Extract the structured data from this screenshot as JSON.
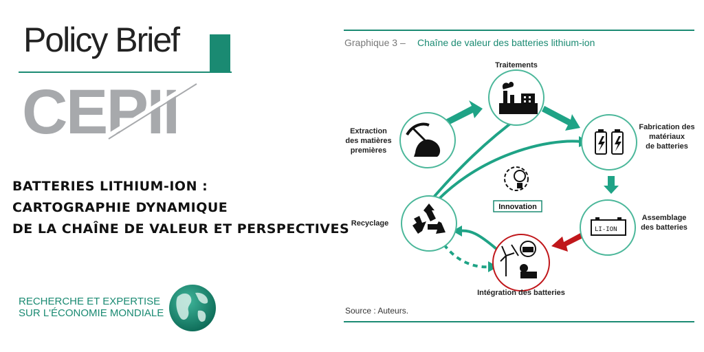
{
  "brand": {
    "title": "Policy Brief",
    "logo_text": "CEPII",
    "accent_color": "#1a8a72"
  },
  "headline": {
    "lines": [
      "BATTERIES LITHIUM-ION :",
      "CARTOGRAPHIE DYNAMIQUE",
      "DE LA CHAÎNE DE VALEUR ET PERSPECTIVES"
    ]
  },
  "tagline": {
    "lines": [
      "RECHERCHE ET EXPERTISE",
      "SUR L'ÉCONOMIE MONDIALE"
    ]
  },
  "figure": {
    "number": "Graphique 3 –",
    "title": "Chaîne de valeur des batteries lithium-ion",
    "source": "Source : Auteurs.",
    "nodes": {
      "treatments": "Traitements",
      "extraction": [
        "Extraction",
        "des matières",
        "premières"
      ],
      "manufacturing": [
        "Fabrication des",
        "matériaux",
        "de batteries"
      ],
      "assembly": [
        "Assemblage",
        "des batteries"
      ],
      "integration": "Intégration des batteries",
      "recycling": "Recyclage",
      "innovation": "Innovation",
      "battery_label": "LI-ION"
    },
    "colors": {
      "teal": "#1fa386",
      "red": "#c0171b",
      "circle_stroke": "#4bb79a"
    }
  }
}
